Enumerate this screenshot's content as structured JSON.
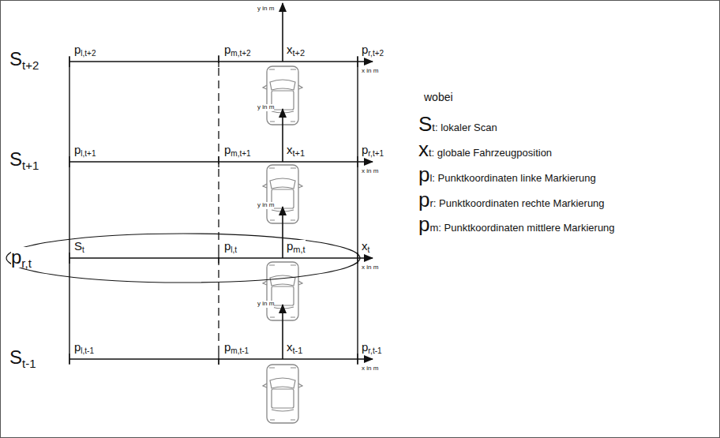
{
  "diagram": {
    "labels": [
      "y in m",
      "St+2",
      "pl,t+2",
      "pm,t+2",
      "xt+2",
      "pr,t+2",
      "x in m",
      "wobei",
      "St: lokaler Scan",
      "y in m",
      "St+1",
      "pl,t+1",
      "pm,t+1",
      "xt+1",
      "pr,t+1",
      "x in m",
      "xt: globale Fahrzeugposition",
      "pl: Punktkoordinaten linke Markierung",
      "pr: Punktkoordinaten rechte Markierung",
      "pm: Punktkoordinaten mittlere Markierung",
      "y in m",
      "St",
      "pl,t",
      "pm,t",
      "xt",
      "pr,t",
      "x in m",
      "y in m",
      "St-1",
      "pl,t-1",
      "pm,t-1",
      "xt-1",
      "pr,t-1",
      "x in m"
    ]
  }
}
